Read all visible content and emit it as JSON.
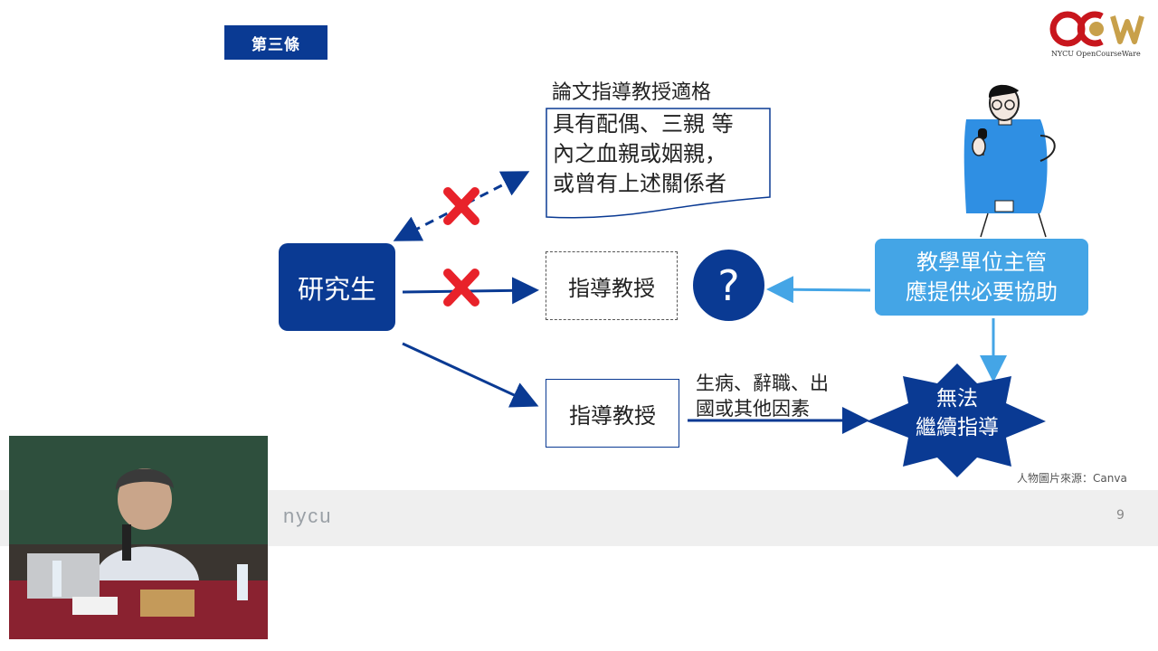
{
  "slide": {
    "section_tag": "第三條",
    "logo_sub": "NYCU OpenCourseWare",
    "eligibility_title": "論文指導教授適格",
    "doc_lines": [
      "具有配偶、三親 等",
      "內之血親或姻親，",
      "或曾有上述關係者"
    ],
    "student_label": "研究生",
    "advisor_label_top": "指導教授",
    "advisor_label_bottom": "指導教授",
    "question_mark": "?",
    "head_lines": [
      "教學單位主管",
      "應提供必要協助"
    ],
    "reason_lines": [
      "生病、辭職、出",
      "國或其他因素"
    ],
    "star_lines": [
      "無法",
      "繼續指導"
    ],
    "image_source": "人物圖片來源：Canva",
    "footer_brand": "nycu",
    "page_number": "9"
  },
  "colors": {
    "navy": "#0a3a93",
    "sky": "#44a5e6",
    "red_x": "#e8222a",
    "logo_red": "#c8161d",
    "logo_gold": "#c8a04a"
  }
}
